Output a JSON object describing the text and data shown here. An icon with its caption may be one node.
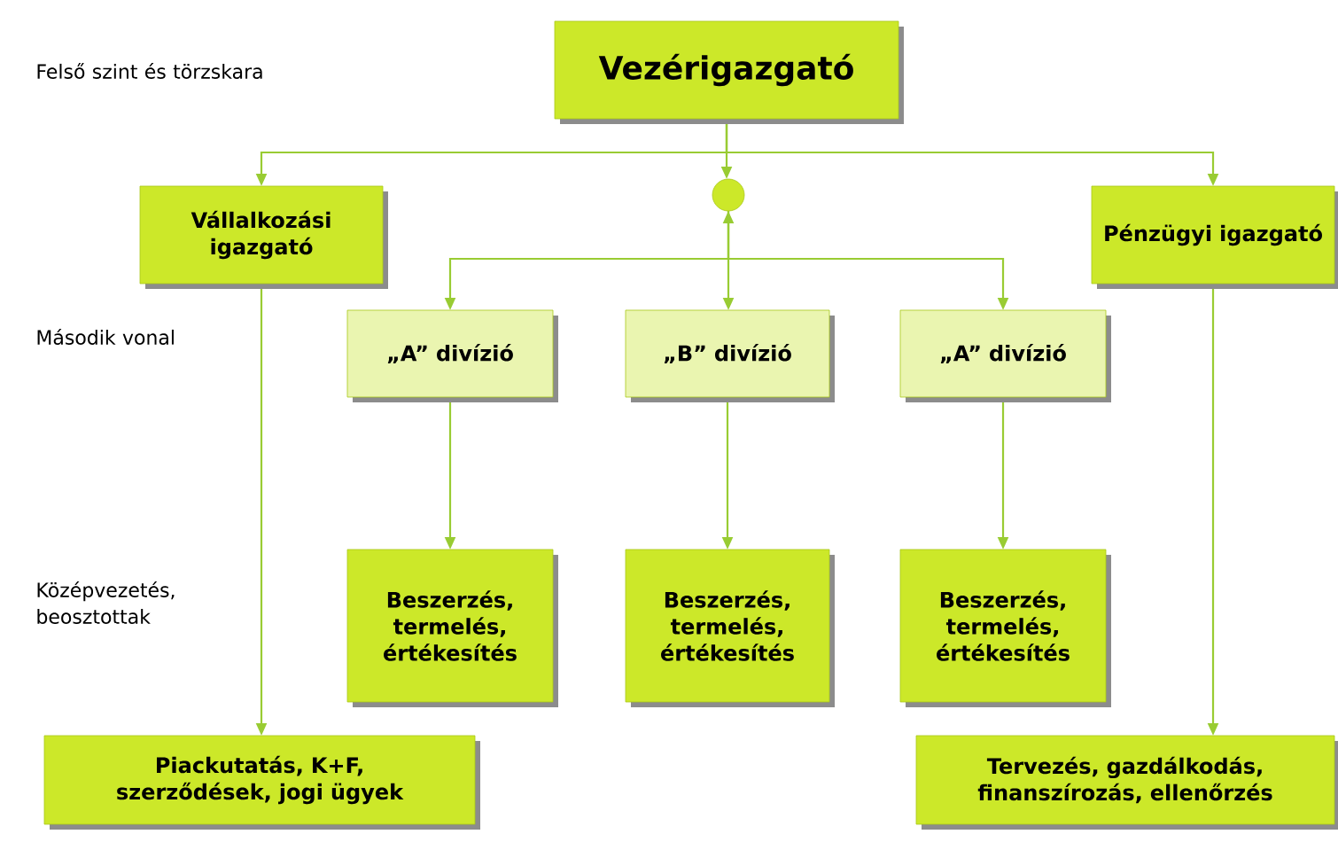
{
  "diagram": {
    "nodes": [
      {
        "text": [
          "Vezérigazgató"
        ]
      },
      {
        "text": [],
        "shape": "circle"
      },
      {
        "text": [
          "Vállalkozási igazgató"
        ]
      },
      {
        "text": [
          "Pénzügyi igazgató"
        ]
      },
      {
        "text": [
          "„A” divízió"
        ]
      },
      {
        "text": [
          "„B” divízió"
        ]
      },
      {
        "text": [
          "„A” divízió"
        ]
      },
      {
        "text": [
          "Beszerzés, termelés, értékesítés"
        ]
      },
      {
        "text": [
          "Beszerzés, termelés, értékesítés"
        ]
      },
      {
        "text": [
          "Beszerzés, termelés, értékesítés"
        ]
      },
      {
        "text": [
          "Piackutatás, K+F, szerződések, jogi ügyek"
        ]
      },
      {
        "text": [
          "Tervezés, gazdálkodás, finanszírozás, ellenőrzés"
        ]
      }
    ],
    "edges": [
      {
        "from": 0,
        "to": 2,
        "arrow": "to"
      },
      {
        "from": 0,
        "to": 1,
        "arrow": "to"
      },
      {
        "from": 0,
        "to": 3,
        "arrow": "to"
      },
      {
        "from": 1,
        "to": 4,
        "arrow": "to"
      },
      {
        "from": 1,
        "to": 5,
        "arrow": "both"
      },
      {
        "from": 1,
        "to": 6,
        "arrow": "to"
      },
      {
        "from": 4,
        "to": 7,
        "arrow": "to"
      },
      {
        "from": 5,
        "to": 8,
        "arrow": "to"
      },
      {
        "from": 6,
        "to": 9,
        "arrow": "to"
      },
      {
        "from": 2,
        "to": 10,
        "arrow": "to"
      },
      {
        "from": 3,
        "to": 11,
        "arrow": "to"
      }
    ],
    "labels": [
      "Felső szint és törzskara",
      "Második vonal",
      "Középvezetés, beosztottak"
    ]
  }
}
